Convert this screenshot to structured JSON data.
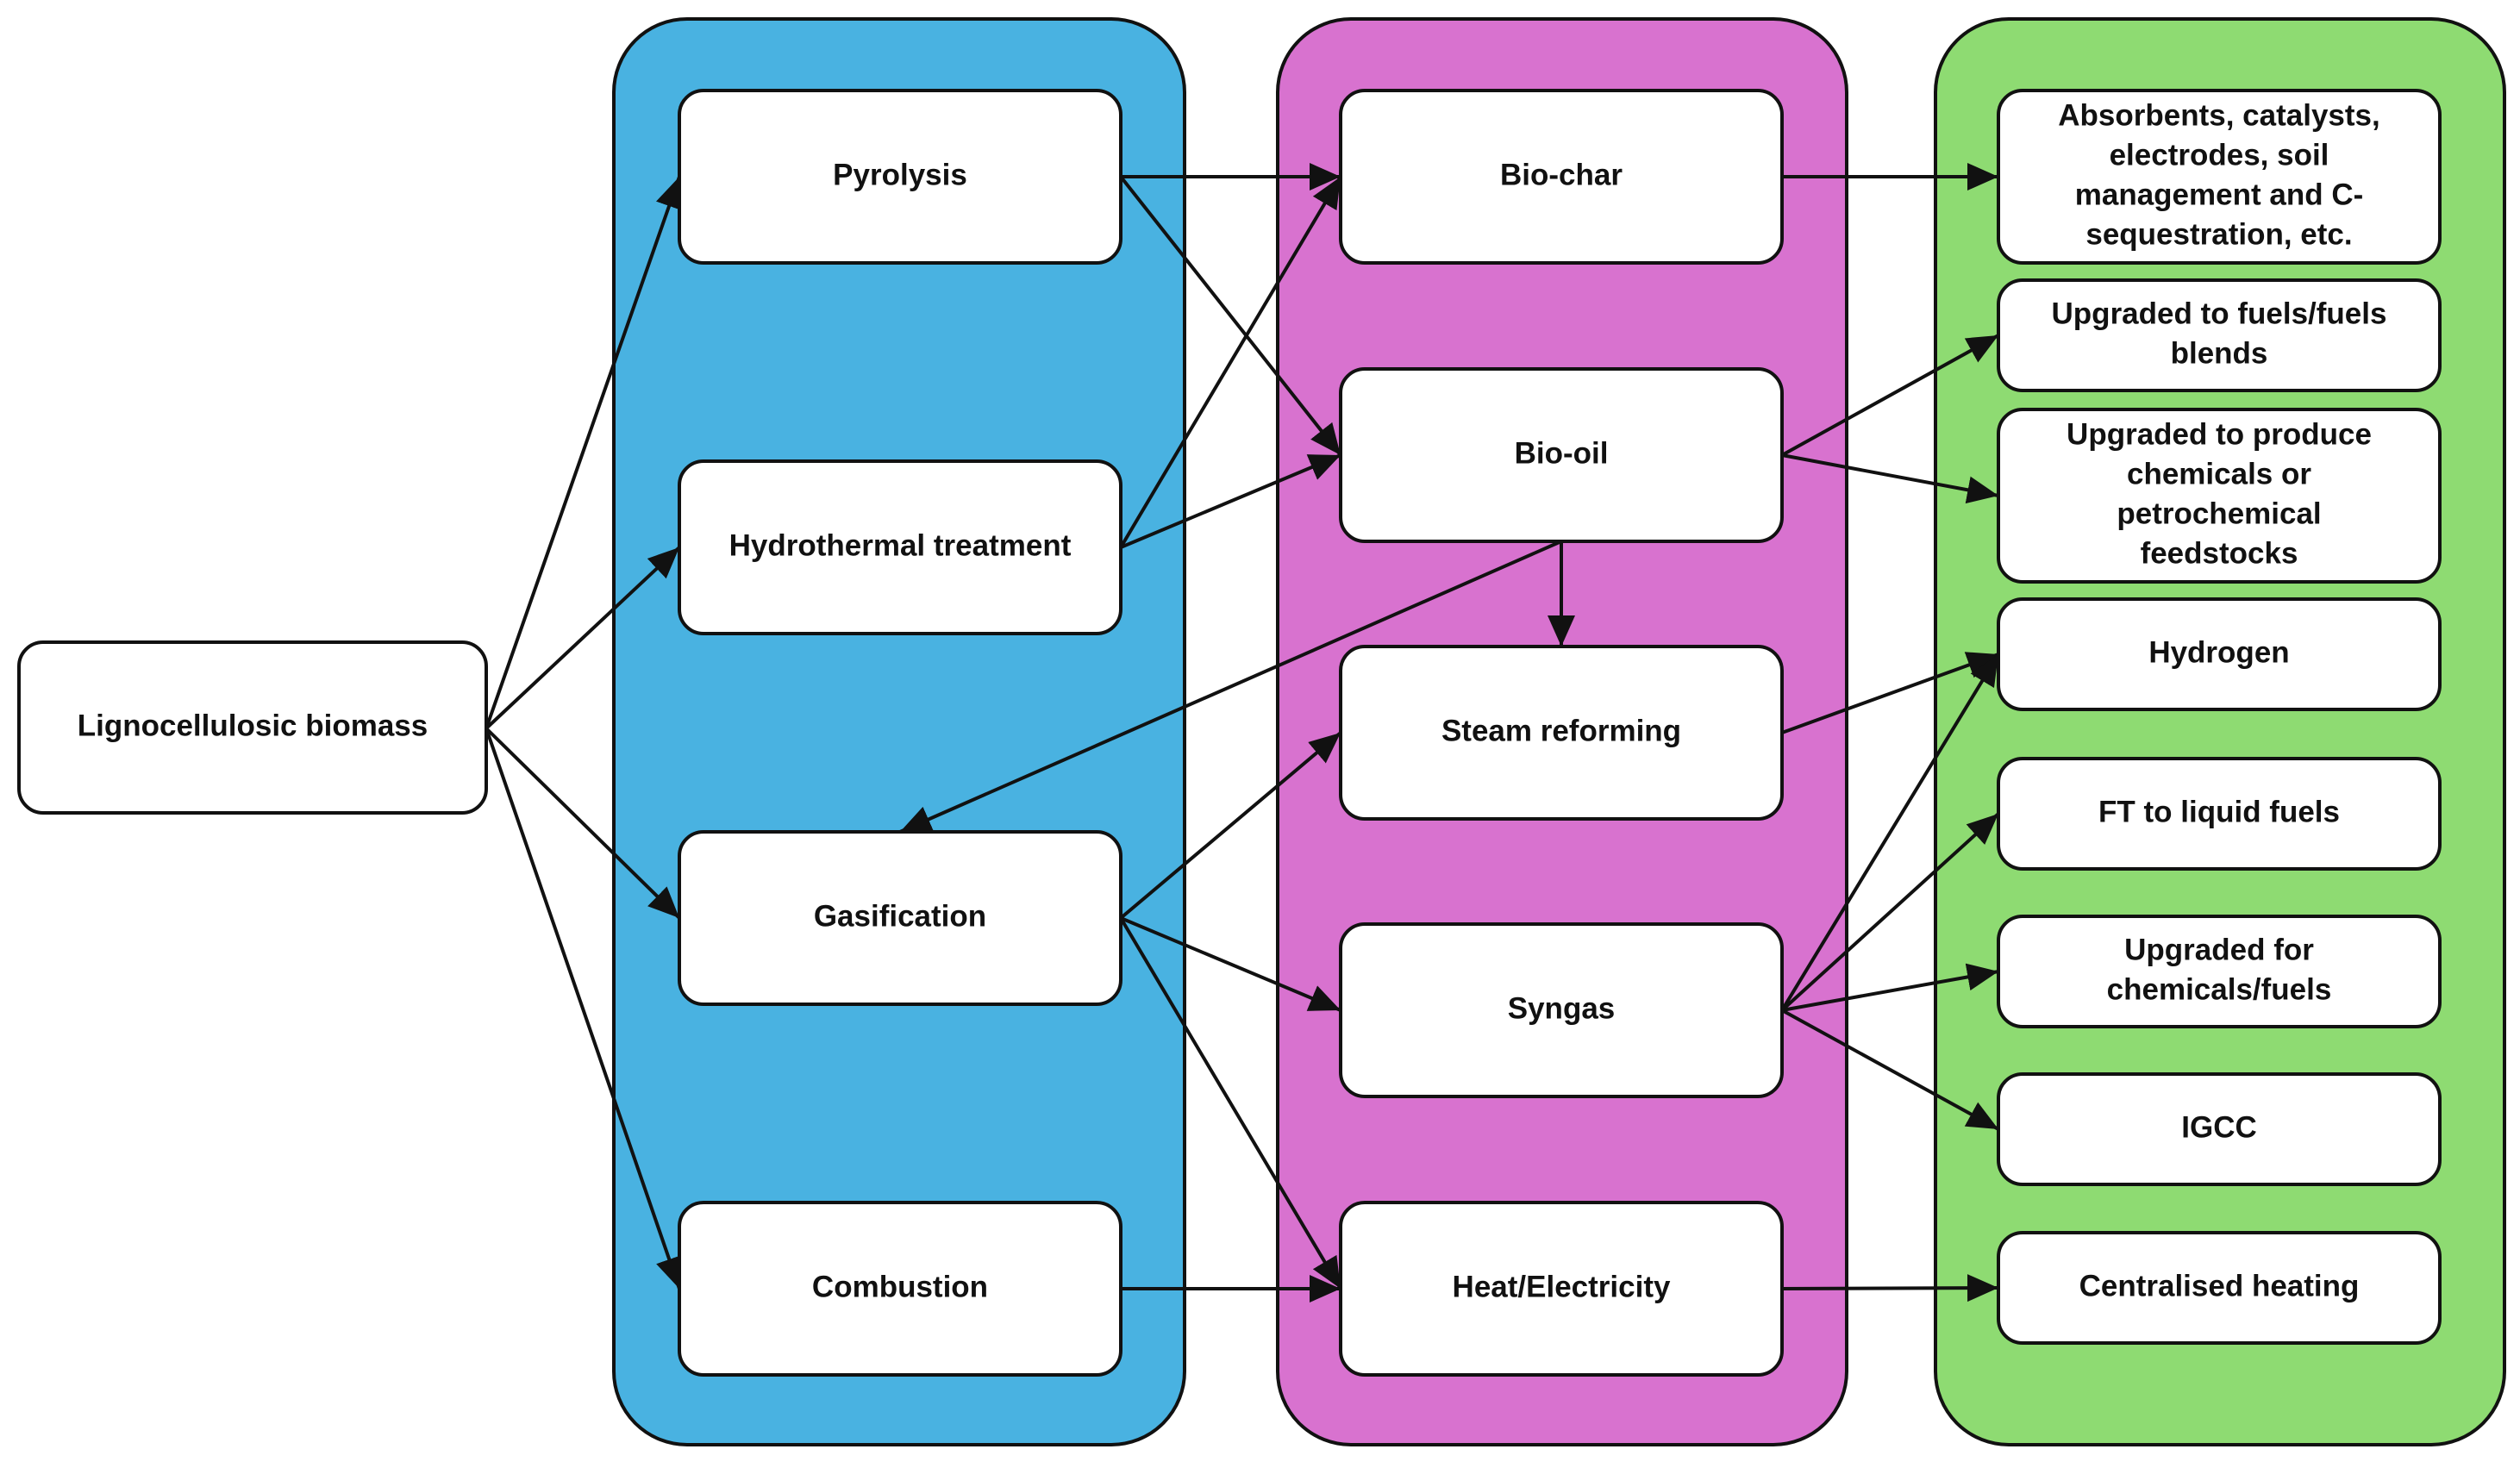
{
  "colors": {
    "source": "#f2a984",
    "processes_panel": "#49b2e1",
    "intermediates_panel": "#d872cf",
    "applications_panel": "#8edb72",
    "node_fill": "#ffffff",
    "stroke": "#111111"
  },
  "source": {
    "label": "Lignocellulosic biomass"
  },
  "processes": [
    {
      "id": "pyrolysis",
      "label": "Pyrolysis"
    },
    {
      "id": "hydrothermal",
      "label": "Hydrothermal treatment"
    },
    {
      "id": "gasification",
      "label": "Gasification"
    },
    {
      "id": "combustion",
      "label": "Combustion"
    }
  ],
  "intermediates": [
    {
      "id": "biochar",
      "label": "Bio-char"
    },
    {
      "id": "biooil",
      "label": "Bio-oil"
    },
    {
      "id": "steam",
      "label": "Steam reforming"
    },
    {
      "id": "syngas",
      "label": "Syngas"
    },
    {
      "id": "heat",
      "label": "Heat/Electricity"
    }
  ],
  "applications": [
    {
      "id": "absorbents",
      "lines": [
        "Absorbents, catalysts,",
        "electrodes, soil",
        "management and C-",
        "sequestration, etc."
      ]
    },
    {
      "id": "upgraded_fuels",
      "lines": [
        "Upgraded to fuels/fuels",
        "blends"
      ]
    },
    {
      "id": "upgraded_chem",
      "lines": [
        "Upgraded to produce",
        "chemicals or",
        "petrochemical",
        "feedstocks"
      ]
    },
    {
      "id": "hydrogen",
      "lines": [
        "Hydrogen"
      ]
    },
    {
      "id": "ft",
      "lines": [
        "FT to liquid fuels"
      ]
    },
    {
      "id": "upgraded_for",
      "lines": [
        "Upgraded for",
        "chemicals/fuels"
      ]
    },
    {
      "id": "igcc",
      "lines": [
        "IGCC"
      ]
    },
    {
      "id": "heating",
      "lines": [
        "Centralised heating"
      ]
    }
  ],
  "edges": [
    [
      "source",
      "pyrolysis"
    ],
    [
      "source",
      "hydrothermal"
    ],
    [
      "source",
      "gasification"
    ],
    [
      "source",
      "combustion"
    ],
    [
      "pyrolysis",
      "biochar"
    ],
    [
      "pyrolysis",
      "biooil"
    ],
    [
      "hydrothermal",
      "biochar"
    ],
    [
      "hydrothermal",
      "biooil"
    ],
    [
      "biooil",
      "gasification"
    ],
    [
      "biooil",
      "steam"
    ],
    [
      "gasification",
      "steam"
    ],
    [
      "gasification",
      "syngas"
    ],
    [
      "gasification",
      "heat"
    ],
    [
      "combustion",
      "heat"
    ],
    [
      "biochar",
      "absorbents"
    ],
    [
      "biooil",
      "upgraded_fuels"
    ],
    [
      "biooil",
      "upgraded_chem"
    ],
    [
      "steam",
      "hydrogen"
    ],
    [
      "syngas",
      "hydrogen"
    ],
    [
      "syngas",
      "ft"
    ],
    [
      "syngas",
      "upgraded_for"
    ],
    [
      "syngas",
      "igcc"
    ],
    [
      "heat",
      "heating"
    ]
  ]
}
